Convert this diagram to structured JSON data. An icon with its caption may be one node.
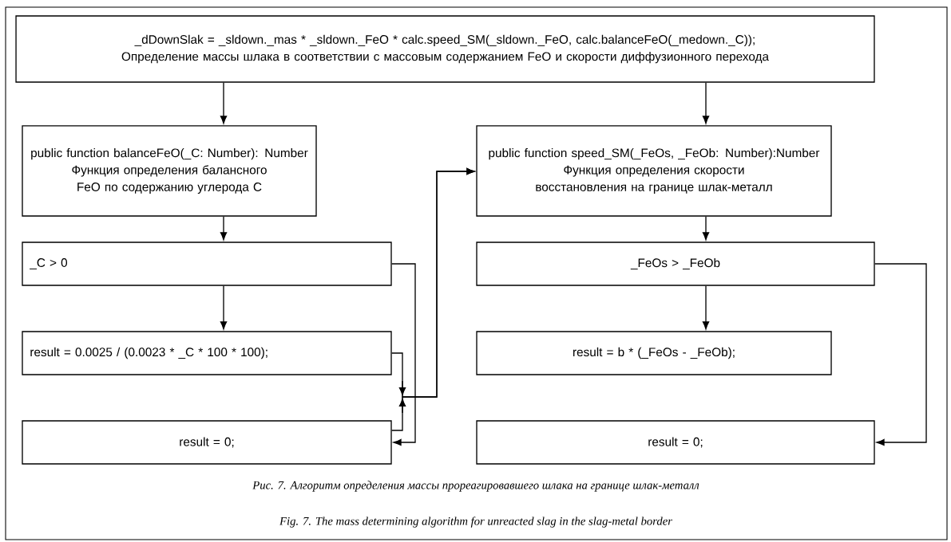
{
  "diagram": {
    "nodes": [
      {
        "text": [
          "_dDownSlak = _sldown._mas * _sldown._FeO * calc.speed_SM(_sldown._FeO, calc.balanceFeO(_medown._C));",
          "Определение массы шлака в соответствии с массовым содержанием FeO и скорости диффузионного перехода"
        ]
      },
      {
        "text": [
          "public function balanceFeO(_C: Number): Number",
          "Функция определения балансного FeO по содержанию углерода С"
        ]
      },
      {
        "text": [
          "public function speed_SM(_FeOs, _FeOb: Number):Number",
          "Функция определения скорости восстановления на границе шлак-металл"
        ]
      },
      {
        "text": [
          "_C > 0"
        ]
      },
      {
        "text": [
          "result = 0.0025 / (0.0023 * _C * 100 * 100);"
        ]
      },
      {
        "text": [
          "result = 0;"
        ]
      },
      {
        "text": [
          "_FeOs > _FeOb"
        ]
      },
      {
        "text": [
          "result = b * (_FeOs - _FeOb);"
        ]
      },
      {
        "text": [
          "result = 0;"
        ]
      }
    ],
    "edges": [
      {
        "from": 0,
        "to": 1,
        "arrow": "to"
      },
      {
        "from": 0,
        "to": 2,
        "arrow": "to"
      },
      {
        "from": 1,
        "to": 3,
        "arrow": "to"
      },
      {
        "from": 3,
        "to": 4,
        "arrow": "to"
      },
      {
        "from": 3,
        "to": 5,
        "arrow": "to"
      },
      {
        "from": 4,
        "to": 2,
        "arrow": "to"
      },
      {
        "from": 5,
        "to": 2,
        "arrow": "to"
      },
      {
        "from": 2,
        "to": 6,
        "arrow": "to"
      },
      {
        "from": 6,
        "to": 7,
        "arrow": "to"
      },
      {
        "from": 6,
        "to": 8,
        "arrow": "to"
      }
    ],
    "labels": [
      "Рис. 7. Алгоритм определения массы прореагировавшего шлака на границе шлак-металл",
      "Fig. 7. The mass determining algorithm for unreacted slag in the slag-metal border"
    ]
  }
}
